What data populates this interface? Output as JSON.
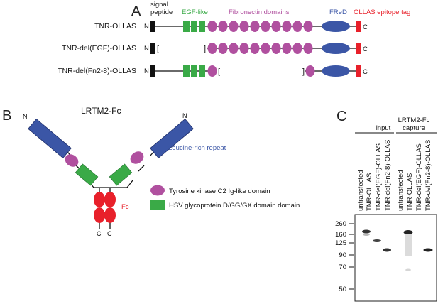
{
  "panel_a": {
    "letter": "A",
    "header_signal_peptide": [
      "signal",
      "peptide"
    ],
    "header_egf": "EGF-like",
    "header_fibronectin": "Fibronectin domains",
    "header_freD": "FReD",
    "header_ollas": "OLLAS epitope tag",
    "n_label": "N",
    "c_label": "C",
    "bracket_open": "[",
    "bracket_close": "]",
    "constructs": [
      {
        "name": "TNR-OLLAS"
      },
      {
        "name": "TNR-del(EGF)-OLLAS"
      },
      {
        "name": "TNR-del(Fn2-8)-OLLAS"
      }
    ]
  },
  "panel_b": {
    "letter": "B",
    "title": "LRTM2-Fc",
    "lrr_label": "Leucine-rich repeat",
    "fc_label": "Fc",
    "n_label": "N",
    "c_label": "C",
    "legend": [
      {
        "label": "Tyrosine kinase C2 Ig-like domain",
        "color": "#b0509f"
      },
      {
        "label": "HSV glycoprotein D/GG/GX domain domain",
        "color": "#3aaa47"
      }
    ]
  },
  "panel_c": {
    "letter": "C",
    "group_input": "input",
    "group_capture": [
      "LRTM2-Fc",
      "capture"
    ],
    "lanes": [
      "untransfected",
      "TNR-OLLAS",
      "TNR-del(EGF)-OLLAS",
      "TNR-del(Fn2-8)-OLLAS",
      "untransfected",
      "TNR-OLLAS",
      "TNR-del(EGF)-OLLAS",
      "TNR-del(Fn2-8)-OLLAS"
    ],
    "mw_markers": [
      "260",
      "160",
      "125",
      "90",
      "70",
      "50"
    ]
  },
  "colors": {
    "egf": "#3aaa47",
    "fibronectin": "#b0509f",
    "freD": "#3b56a6",
    "ollas": "#e8202a",
    "signal": "#111111"
  }
}
